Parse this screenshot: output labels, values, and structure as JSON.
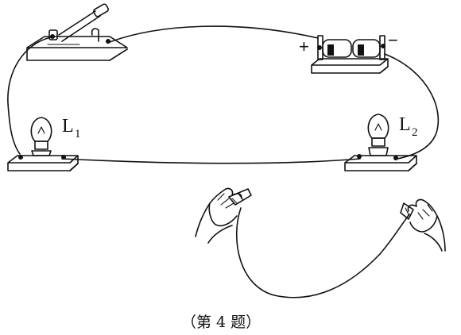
{
  "labels": {
    "bulb_left": "L",
    "bulb_left_sub": "1",
    "bulb_right": "L",
    "bulb_right_sub": "2",
    "battery_plus": "+",
    "battery_minus": "−",
    "caption": "（第 4 题）"
  },
  "components": {
    "switch": "knife-switch",
    "battery": "battery-holder",
    "bulb_left": "bulb-L1",
    "bulb_right": "bulb-L2",
    "test_leads": "probe-wire-with-clips"
  }
}
